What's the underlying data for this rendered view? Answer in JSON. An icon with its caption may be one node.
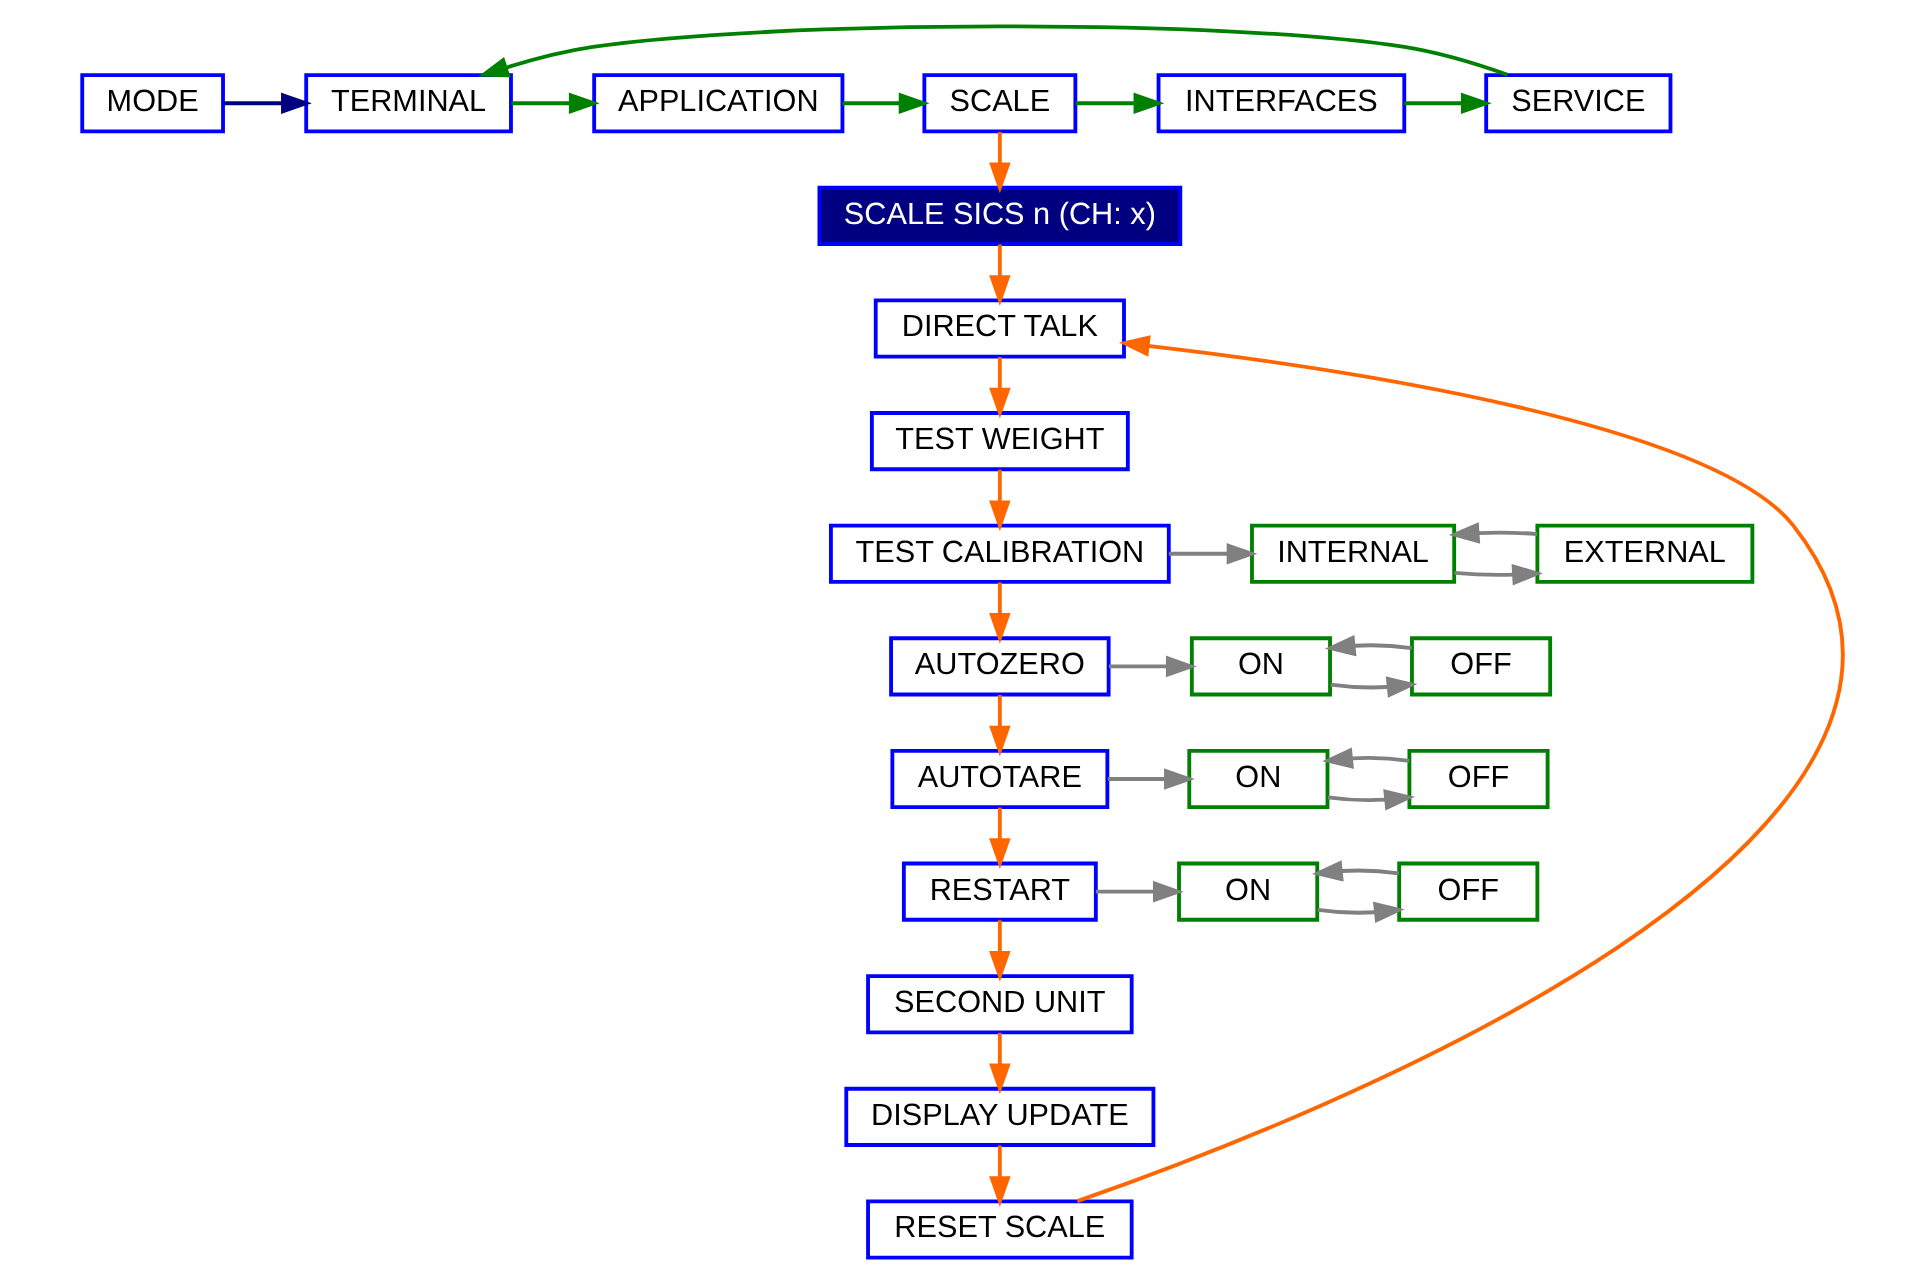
{
  "diagram": {
    "nodes": [
      {
        "text": [
          "MODE"
        ]
      },
      {
        "text": [
          "TERMINAL"
        ]
      },
      {
        "text": [
          "APPLICATION"
        ]
      },
      {
        "text": [
          "SCALE"
        ]
      },
      {
        "text": [
          "INTERFACES"
        ]
      },
      {
        "text": [
          "SERVICE"
        ]
      },
      {
        "text": [
          "SCALE SICS n (CH: x)"
        ]
      },
      {
        "text": [
          "DIRECT TALK"
        ]
      },
      {
        "text": [
          "TEST WEIGHT"
        ]
      },
      {
        "text": [
          "TEST CALIBRATION"
        ]
      },
      {
        "text": [
          "INTERNAL"
        ]
      },
      {
        "text": [
          "EXTERNAL"
        ]
      },
      {
        "text": [
          "AUTOZERO"
        ]
      },
      {
        "text": [
          "ON"
        ]
      },
      {
        "text": [
          "OFF"
        ]
      },
      {
        "text": [
          "AUTOTARE"
        ]
      },
      {
        "text": [
          "ON"
        ]
      },
      {
        "text": [
          "OFF"
        ]
      },
      {
        "text": [
          "RESTART"
        ]
      },
      {
        "text": [
          "ON"
        ]
      },
      {
        "text": [
          "OFF"
        ]
      },
      {
        "text": [
          "SECOND UNIT"
        ]
      },
      {
        "text": [
          "DISPLAY UPDATE"
        ]
      },
      {
        "text": [
          "RESET SCALE"
        ]
      }
    ],
    "edges": [
      {
        "from": 0,
        "to": 1,
        "arrow": "to",
        "color": "#000080"
      },
      {
        "from": 1,
        "to": 2,
        "arrow": "to",
        "color": "#008000"
      },
      {
        "from": 2,
        "to": 3,
        "arrow": "to",
        "color": "#008000"
      },
      {
        "from": 3,
        "to": 4,
        "arrow": "to",
        "color": "#008000"
      },
      {
        "from": 4,
        "to": 5,
        "arrow": "to",
        "color": "#008000"
      },
      {
        "from": 5,
        "to": 1,
        "arrow": "to",
        "color": "#008000"
      },
      {
        "from": 3,
        "to": 6,
        "arrow": "to",
        "color": "#ff6600"
      },
      {
        "from": 6,
        "to": 7,
        "arrow": "to",
        "color": "#ff6600"
      },
      {
        "from": 7,
        "to": 8,
        "arrow": "to",
        "color": "#ff6600"
      },
      {
        "from": 8,
        "to": 9,
        "arrow": "to",
        "color": "#ff6600"
      },
      {
        "from": 9,
        "to": 12,
        "arrow": "to",
        "color": "#ff6600"
      },
      {
        "from": 12,
        "to": 15,
        "arrow": "to",
        "color": "#ff6600"
      },
      {
        "from": 15,
        "to": 18,
        "arrow": "to",
        "color": "#ff6600"
      },
      {
        "from": 18,
        "to": 21,
        "arrow": "to",
        "color": "#ff6600"
      },
      {
        "from": 21,
        "to": 22,
        "arrow": "to",
        "color": "#ff6600"
      },
      {
        "from": 22,
        "to": 23,
        "arrow": "to",
        "color": "#ff6600"
      },
      {
        "from": 23,
        "to": 7,
        "arrow": "to",
        "color": "#ff6600"
      },
      {
        "from": 9,
        "to": 10,
        "arrow": "to"
      },
      {
        "from": 10,
        "to": 11,
        "arrow": "to"
      },
      {
        "from": 11,
        "to": 10,
        "arrow": "to"
      },
      {
        "from": 12,
        "to": 13,
        "arrow": "to"
      },
      {
        "from": 13,
        "to": 14,
        "arrow": "to"
      },
      {
        "from": 14,
        "to": 13,
        "arrow": "to"
      },
      {
        "from": 15,
        "to": 16,
        "arrow": "to"
      },
      {
        "from": 16,
        "to": 17,
        "arrow": "to"
      },
      {
        "from": 17,
        "to": 16,
        "arrow": "to"
      },
      {
        "from": 18,
        "to": 19,
        "arrow": "to"
      },
      {
        "from": 19,
        "to": 20,
        "arrow": "to"
      },
      {
        "from": 20,
        "to": 19,
        "arrow": "to"
      }
    ]
  }
}
